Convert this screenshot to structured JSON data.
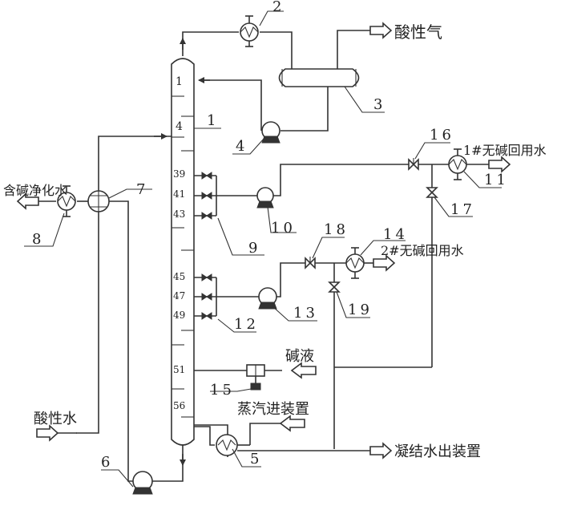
{
  "streams": {
    "acid_gas": "酸性气",
    "caustic_purified_water": "含碱净化水",
    "acid_water": "酸性水",
    "alkali_liquor": "碱液",
    "steam_in": "蒸汽进装置",
    "condensate_out": "凝结水出装置",
    "no_alkali_recycle_water_1": "1#无碱回用水",
    "no_alkali_recycle_water_2": "2#无碱回用水"
  },
  "tray_numbers": [
    "1",
    "4",
    "39",
    "41",
    "43",
    "45",
    "47",
    "49",
    "51",
    "56"
  ],
  "equipment_numbers": {
    "tower": "1",
    "condenser": "2",
    "reflux_drum": "3",
    "reflux_pump": "4",
    "reboiler": "5",
    "feed_pump": "6",
    "feed_exchanger": "7",
    "purified_water_cooler": "8",
    "side_draw_1": "9",
    "side_pump_1": "10",
    "cooler_1": "11",
    "side_draw_2": "12",
    "side_pump_2": "13",
    "cooler_2": "14",
    "alkali_mixer": "15",
    "valve_16": "16",
    "valve_17": "17",
    "valve_18": "18",
    "valve_19": "19"
  }
}
